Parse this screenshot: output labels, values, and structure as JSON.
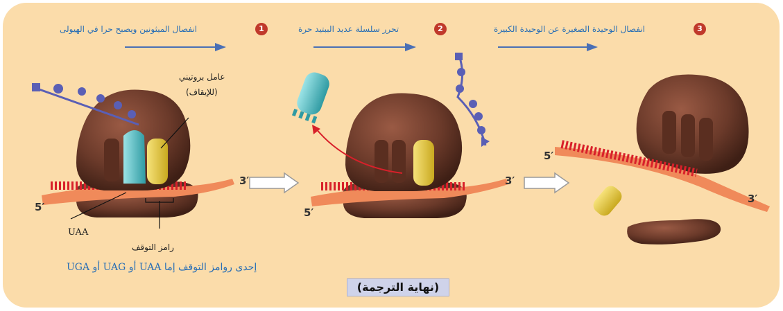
{
  "steps": [
    {
      "number": "1",
      "text": "انفصال الميثونين ويصبح حرا في الهيولى"
    },
    {
      "number": "2",
      "text": "تحرر سلسلة عديد الببتيد حرة"
    },
    {
      "number": "3",
      "text": "انفصال الوحيدة الصغيرة عن الوحيدة الكبيرة"
    }
  ],
  "labels": {
    "release_factor": "عامل بروتيني",
    "release_factor_sub": "(للإيقاف)",
    "codon": "UAA",
    "stop_codon": "رامز التوقف",
    "stop_codons_note": "إحدى روامز التوقف إما UAA أو UAG أو UGA",
    "caption": "(نهاية الترجمة)"
  },
  "ends": {
    "three_prime": "3′",
    "five_prime": "5′"
  },
  "colors": {
    "background": "#fbdcaa",
    "ribosome": "#6b3a2a",
    "mrna": "#e0522f",
    "release_factor": "#5fc4c9",
    "trna": "#e8cd45",
    "peptide": "#5a5fb5",
    "arrow": "#4a6fb5"
  }
}
